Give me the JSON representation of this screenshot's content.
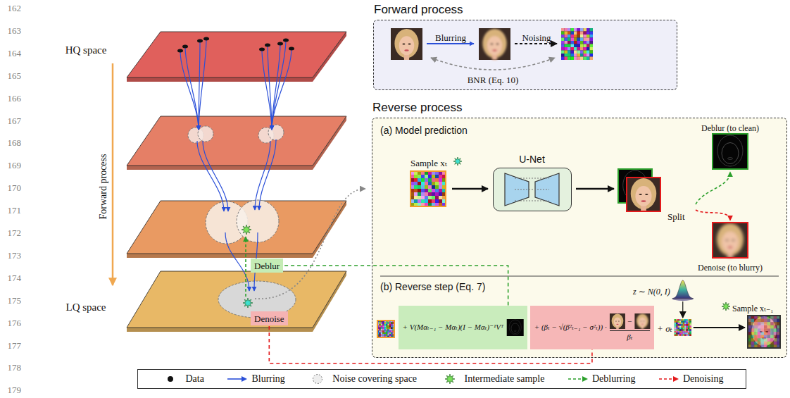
{
  "diagram": {
    "nodes": [
      {
        "text": [
          "Forward process"
        ]
      },
      {
        "text": [
          "Reverse process"
        ]
      },
      {
        "text": [
          "U-Net"
        ],
        "in": 1
      },
      {
        "text": [
          "+ V(Mαₜ₋₁ − Mαₜ)(I − Mαₜ)⁻¹Vᵀ"
        ],
        "in": 1
      },
      {
        "text": [
          "+ (βₜ − √(β²ₜ₋₁ − σ²ₜ)) ·",
          "−",
          "βₜ"
        ],
        "in": 1
      },
      {
        "text": [
          "Deblur"
        ]
      },
      {
        "text": [
          "Denoise"
        ]
      }
    ],
    "edges": [
      {
        "from": 5,
        "to": 3,
        "arrow": "none"
      },
      {
        "from": 6,
        "to": 4,
        "arrow": "none"
      }
    ],
    "labels": [
      "162",
      "163",
      "164",
      "165",
      "166",
      "167",
      "168",
      "169",
      "170",
      "171",
      "172",
      "173",
      "174",
      "175",
      "176",
      "177",
      "178",
      "179",
      "HQ space",
      "Forward process",
      "LQ space",
      "Blurring",
      "Noising",
      "BNR (Eq. 10)",
      "(a) Model prediction",
      "Sample xₜ",
      "Deblur (to clean)",
      "Split",
      "Denoise (to blurry)",
      "(b) Reverse step (Eq. 7)",
      "z ∼ N(0, I)",
      "+ σₜ",
      "Sample xₜ₋₁"
    ],
    "legend": [
      {
        "text": "Data"
      },
      {
        "text": "Blurring"
      },
      {
        "text": "Noise covering space"
      },
      {
        "text": "Intermediate sample"
      },
      {
        "text": "Deblurring"
      },
      {
        "text": "Denoising"
      }
    ]
  }
}
